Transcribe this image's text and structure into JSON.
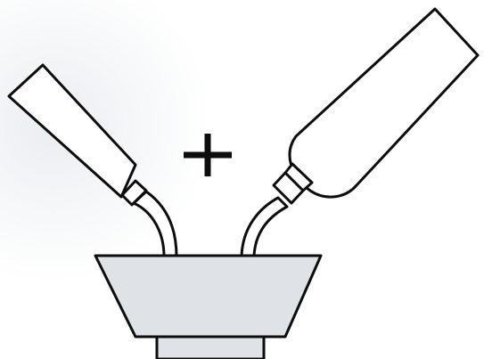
{
  "figure": {
    "colors": {
      "stroke": "#0d0d0d",
      "bowl_fill": "#dfe3e8",
      "container_fill": "#ffffff",
      "stream_fill": "#ffffff"
    },
    "elements": {
      "left_container": "tube",
      "right_container": "bottle",
      "operator_symbol": "plus",
      "receiver": "mixing-bowl"
    }
  }
}
